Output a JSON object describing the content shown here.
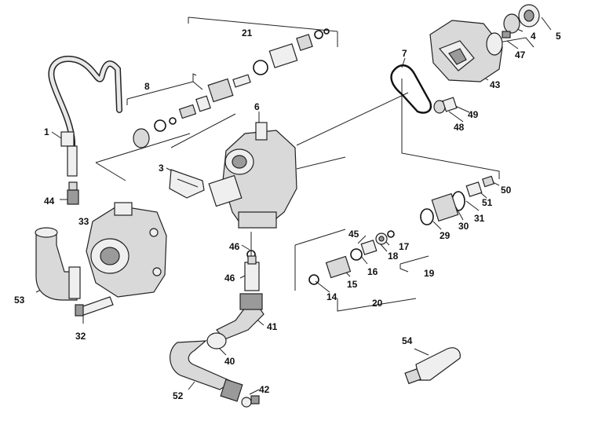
{
  "labels": {
    "l1": "1",
    "l3": "3",
    "l4": "4",
    "l5": "5",
    "l6": "6",
    "l7": "7",
    "l8": "8",
    "l14": "14",
    "l15": "15",
    "l16": "16",
    "l17": "17",
    "l18": "18",
    "l19": "19",
    "l20": "20",
    "l21": "21",
    "l29": "29",
    "l30": "30",
    "l31": "31",
    "l32": "32",
    "l33": "33",
    "l40": "40",
    "l41": "41",
    "l42": "42",
    "l43": "43",
    "l44": "44",
    "l45": "45",
    "l46a": "46",
    "l46b": "46",
    "l47": "47",
    "l48": "48",
    "l49": "49",
    "l50": "50",
    "l51": "51",
    "l52": "52",
    "l53": "53",
    "l54": "54"
  },
  "colors": {
    "line": "#222222",
    "part_fill": "#d9d9d9",
    "background": "#ffffff"
  }
}
